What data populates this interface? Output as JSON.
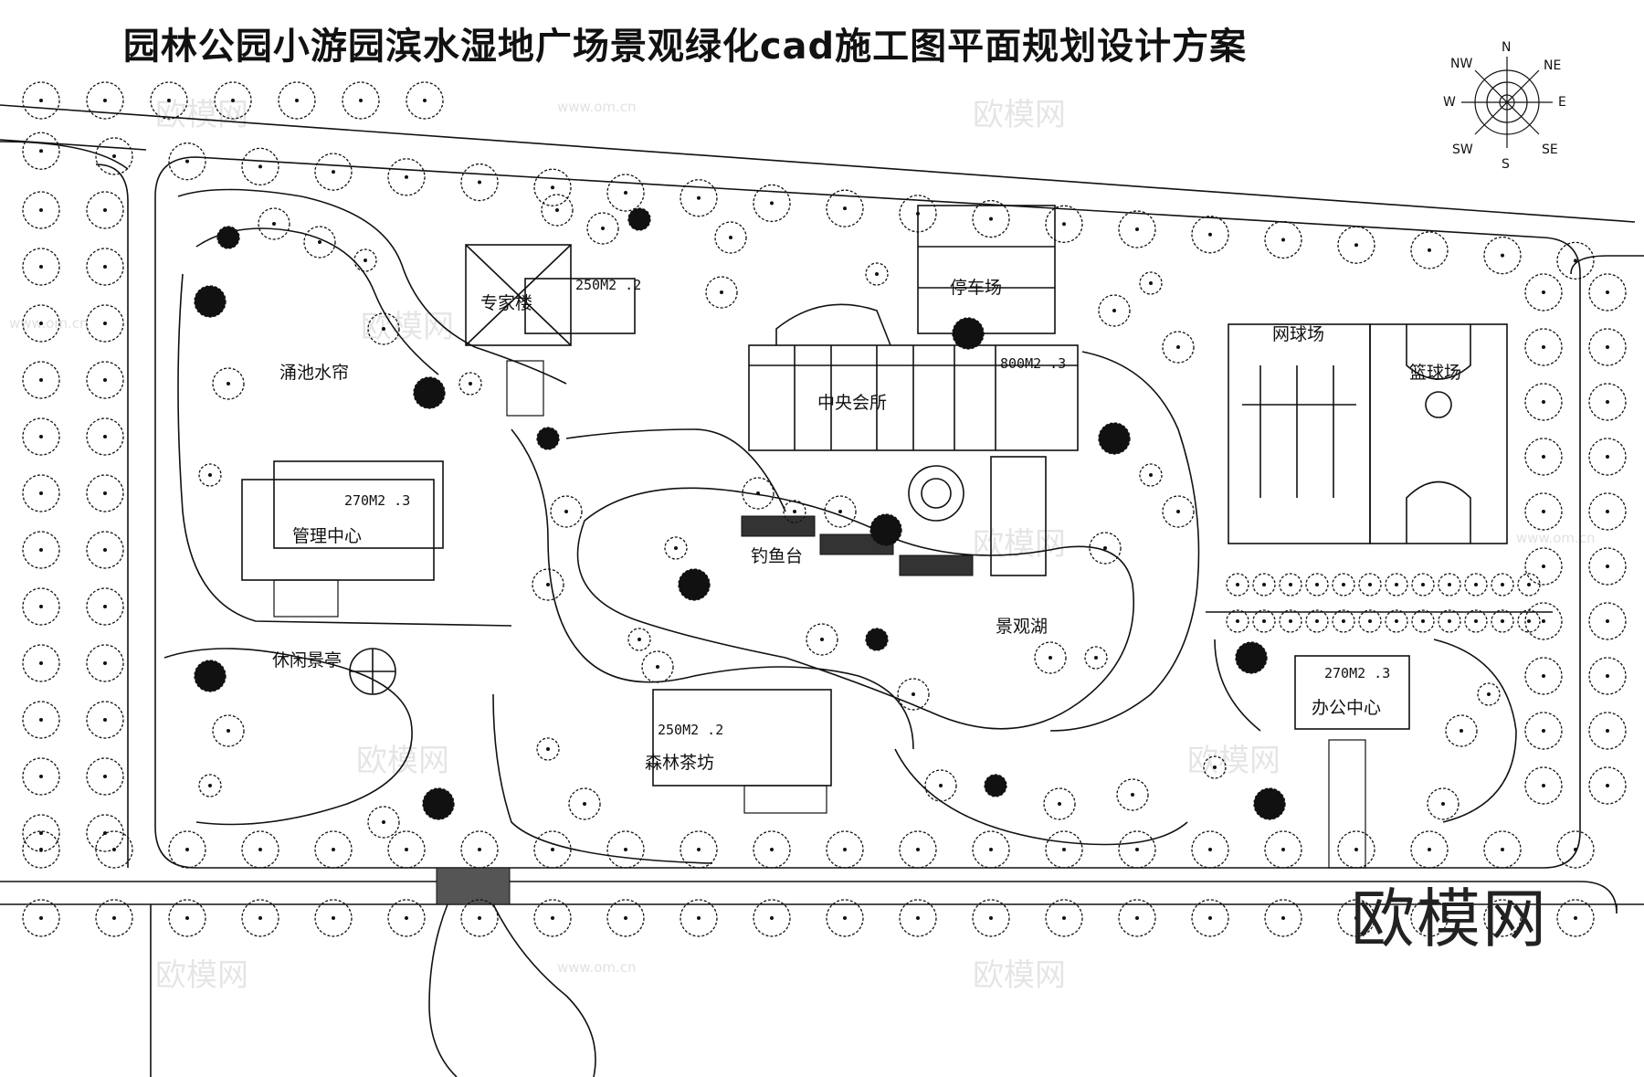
{
  "title": "园林公园小游园滨水湿地广场景观绿化cad施工图平面规划设计方案",
  "compass": {
    "N": "N",
    "NE": "NE",
    "E": "E",
    "SE": "SE",
    "S": "S",
    "SW": "SW",
    "W": "W",
    "NW": "NW"
  },
  "labels": {
    "expert_building": "专家楼",
    "expert_area": "250M2 .2",
    "fountain": "涌池水帘",
    "parking": "停车场",
    "clubhouse": "中央会所",
    "clubhouse_area": "800M2 .3",
    "tennis": "网球场",
    "basketball": "篮球场",
    "management": "管理中心",
    "management_area": "270M2 .3",
    "fishing": "钓鱼台",
    "lake": "景观湖",
    "pavilion": "休闲景亭",
    "teahouse": "森林茶坊",
    "teahouse_area": "250M2 .2",
    "office": "办公中心",
    "office_area": "270M2 .3"
  },
  "watermarks": {
    "brand": "欧模网",
    "url": "www.om.cn"
  }
}
